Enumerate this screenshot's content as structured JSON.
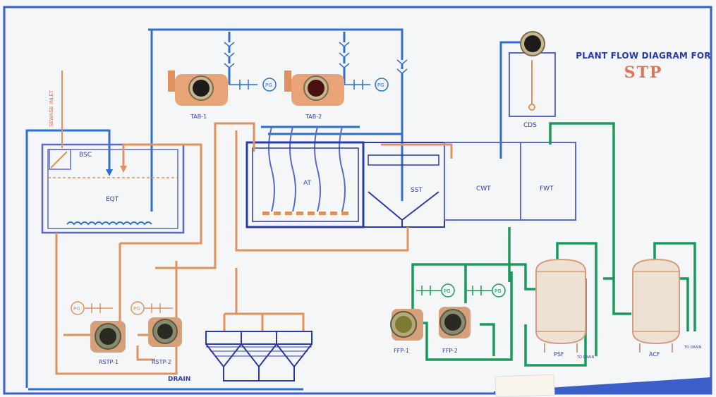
{
  "title": {
    "line1": "PLANT FLOW DIAGRAM FOR",
    "line2": "STP"
  },
  "labels": {
    "sewage_inlet": "SEWAGE INLET",
    "bsc": "BSC",
    "eqt": "EQT",
    "tab1": "TAB-1",
    "tab2": "TAB-2",
    "at": "AT",
    "sst": "SST",
    "cwt": "CWT",
    "fwt": "FWT",
    "cds": "CDS",
    "rstp1": "RSTP-1",
    "rstp2": "RSTP-2",
    "ffp1": "FFP-1",
    "ffp2": "FFP-2",
    "psf": "PSF",
    "acf": "ACF",
    "drain": "DRAIN",
    "pg": "PG",
    "to_drain_psf": "TO DRAIN",
    "to_drain_acf": "TO DRAIN"
  },
  "colors": {
    "panel_bg": "#f4f6f8",
    "air_line": "#2f6fd0",
    "sludge_line": "#e0925e",
    "filter_line": "#1a9a5a",
    "tank_outline": "#5a6ac8",
    "title_blue": "#2a3aa8",
    "title_orange": "#d9775a"
  }
}
